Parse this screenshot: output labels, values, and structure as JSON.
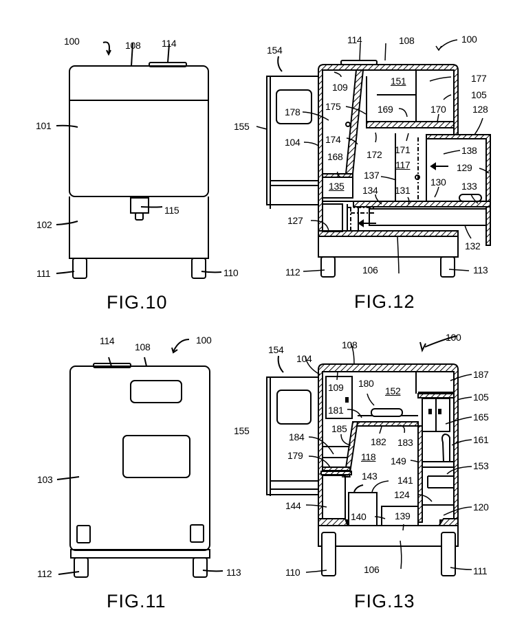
{
  "figures": [
    {
      "id": "fig10",
      "caption": "FIG.10",
      "labels": [
        "100",
        "108",
        "114",
        "101",
        "102",
        "115",
        "111",
        "110"
      ]
    },
    {
      "id": "fig11",
      "caption": "FIG.11",
      "labels": [
        "114",
        "108",
        "100",
        "103",
        "112",
        "113"
      ]
    },
    {
      "id": "fig12",
      "caption": "FIG.12",
      "labels": [
        "154",
        "114",
        "108",
        "100",
        "109",
        "151",
        "177",
        "105",
        "178",
        "175",
        "169",
        "170",
        "128",
        "155",
        "104",
        "174",
        "172",
        "171",
        "138",
        "117",
        "129",
        "168",
        "137",
        "130",
        "135",
        "134",
        "131",
        "133",
        "127",
        "132",
        "112",
        "106",
        "113"
      ],
      "underlined": [
        "151",
        "117",
        "135"
      ]
    },
    {
      "id": "fig13",
      "caption": "FIG.13",
      "labels": [
        "154",
        "104",
        "108",
        "100",
        "187",
        "109",
        "180",
        "152",
        "105",
        "181",
        "165",
        "155",
        "184",
        "185",
        "182",
        "183",
        "161",
        "179",
        "118",
        "149",
        "153",
        "143",
        "141",
        "144",
        "124",
        "140",
        "139",
        "120",
        "110",
        "106",
        "111"
      ],
      "underlined": [
        "152",
        "118"
      ]
    }
  ]
}
